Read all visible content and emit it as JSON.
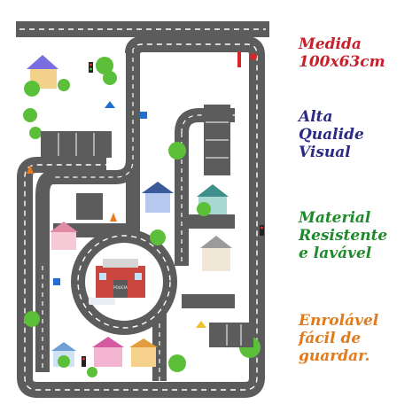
{
  "product_image": {
    "description_icon": "kids-road-play-mat",
    "scene": {
      "police_sign": "POLICIA"
    }
  },
  "captions": {
    "size": {
      "lines": [
        "Medida",
        "100x63cm"
      ],
      "color": "#c8202b"
    },
    "quality": {
      "lines": [
        "Alta",
        "Qualide",
        "Visual"
      ],
      "color": "#2b2a85"
    },
    "material": {
      "lines": [
        "Material",
        "Resistente",
        "e lavável"
      ],
      "color": "#1f8a2c"
    },
    "roll": {
      "lines": [
        "Enrolável",
        "fácil de",
        "guardar."
      ],
      "color": "#e07a1a"
    }
  }
}
